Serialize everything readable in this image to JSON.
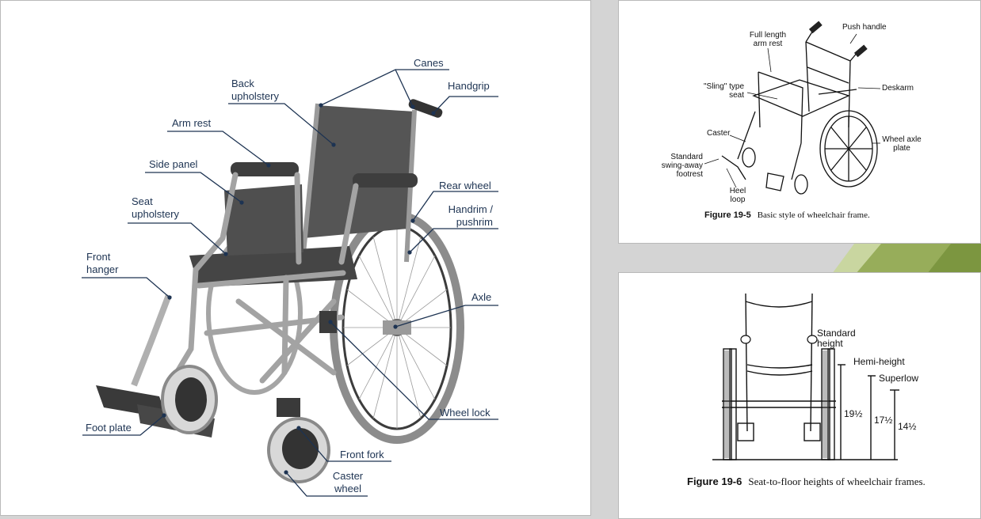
{
  "left_diagram": {
    "labels": {
      "canes": "Canes",
      "handgrip": "Handgrip",
      "back_upholstery_1": "Back",
      "back_upholstery_2": "upholstery",
      "arm_rest": "Arm rest",
      "side_panel": "Side panel",
      "seat_upholstery_1": "Seat",
      "seat_upholstery_2": "upholstery",
      "rear_wheel": "Rear wheel",
      "handrim_1": "Handrim /",
      "handrim_2": "pushrim",
      "front_hanger_1": "Front",
      "front_hanger_2": "hanger",
      "axle": "Axle",
      "wheel_lock": "Wheel lock",
      "foot_plate": "Foot plate",
      "front_fork": "Front fork",
      "caster_wheel_1": "Caster",
      "caster_wheel_2": "wheel"
    },
    "colors": {
      "label_text": "#1d3352",
      "frame": "#9a9a9a",
      "upholstery": "#4a4a4a"
    }
  },
  "figure_19_5": {
    "labels": {
      "full_length_1": "Full length",
      "full_length_2": "arm rest",
      "push_handle": "Push handle",
      "sling_1": "\"Sling\" type",
      "sling_2": "seat",
      "deskarm": "Deskarm",
      "caster": "Caster",
      "wheel_axle_1": "Wheel axle",
      "wheel_axle_2": "plate",
      "standard_1": "Standard",
      "standard_2": "swing-away",
      "standard_3": "footrest",
      "heel_1": "Heel",
      "heel_2": "loop"
    },
    "caption_num": "Figure 19-5",
    "caption_text": "Basic style of wheelchair frame."
  },
  "figure_19_6": {
    "labels": {
      "standard_1": "Standard",
      "standard_2": "height",
      "hemi": "Hemi-height",
      "superlow": "Superlow",
      "h1": "19½",
      "h2": "17½",
      "h3": "14½"
    },
    "caption_num": "Figure 19-6",
    "caption_text": "Seat-to-floor heights of wheelchair frames."
  }
}
